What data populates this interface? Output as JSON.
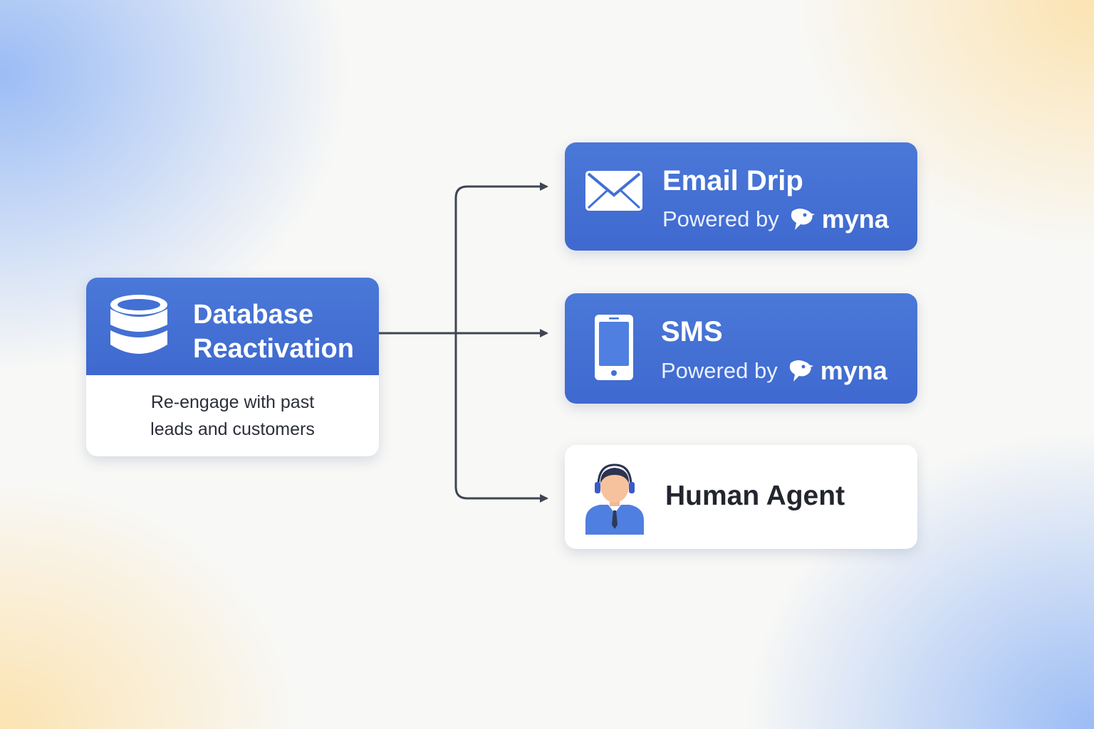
{
  "source": {
    "title_line1": "Database",
    "title_line2": "Reactivation",
    "description_line1": "Re-engage with past",
    "description_line2": "leads and customers",
    "icon": "database-icon"
  },
  "targets": [
    {
      "title": "Email Drip",
      "powered_by": "Powered by",
      "brand": "myna",
      "icon": "envelope-icon"
    },
    {
      "title": "SMS",
      "powered_by": "Powered by",
      "brand": "myna",
      "icon": "smartphone-icon"
    },
    {
      "title": "Human Agent",
      "icon": "headset-agent-icon"
    }
  ],
  "colors": {
    "card_blue": "#4270d4",
    "connector": "#3f4652",
    "text_dark": "#23262e"
  }
}
